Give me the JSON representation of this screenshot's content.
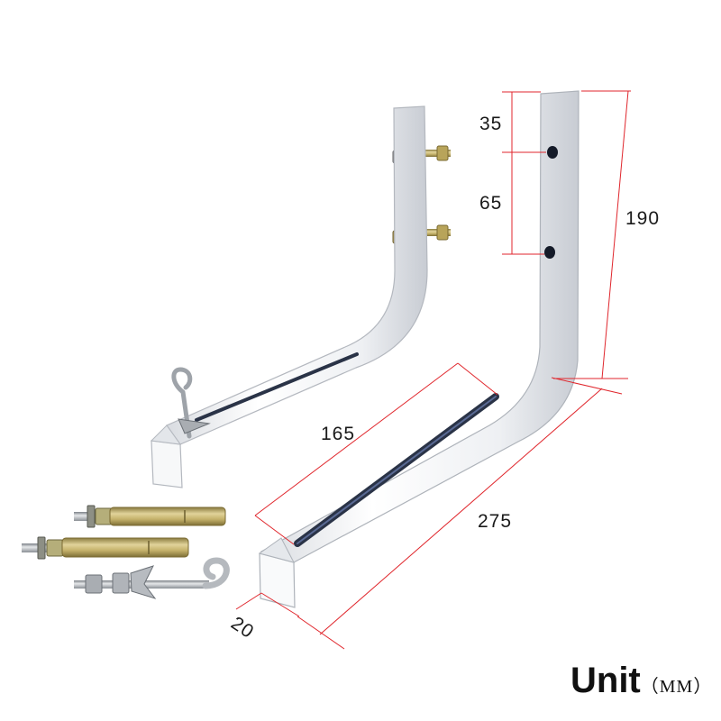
{
  "dimensions": {
    "top_hole_offset": "35",
    "hole_spacing": "65",
    "vertical_height": "190",
    "slot_length": "165",
    "arm_length": "275",
    "tube_width": "20"
  },
  "unit": {
    "main": "Unit",
    "paren_open": "（",
    "unit_text": "MM",
    "paren_close": "）"
  },
  "colors": {
    "dimension_line": "#e0262c",
    "bracket_white": "#f2f3f5",
    "bracket_shadow": "#c9ccd2",
    "slot_dark": "#28314a",
    "zinc_bolt": "#b8a45a",
    "steel": "#bfc3c7"
  },
  "objects": [
    "wall-bracket-front",
    "wall-bracket-back",
    "expansion-bolt",
    "expansion-bolt",
    "hook-bolt"
  ]
}
